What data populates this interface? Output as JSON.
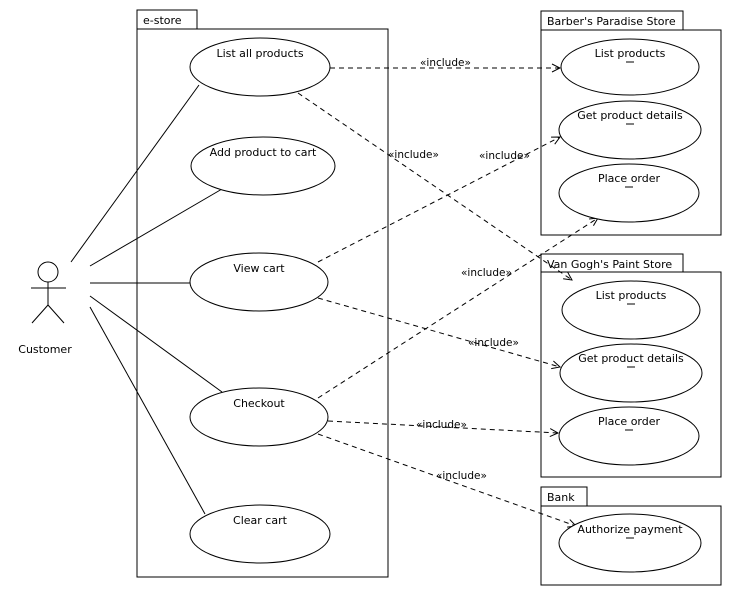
{
  "actor": {
    "name": "Customer"
  },
  "estore": {
    "title": "e-store",
    "use_cases": {
      "list_all": "List all products",
      "add_to_cart": "Add product to cart",
      "view_cart": "View cart",
      "checkout": "Checkout",
      "clear_cart": "Clear cart"
    }
  },
  "barber": {
    "title": "Barber's Paradise Store",
    "use_cases": {
      "list_products": "List products",
      "get_details": "Get product details",
      "place_order": "Place order"
    }
  },
  "vangogh": {
    "title": "Van Gogh's Paint Store",
    "use_cases": {
      "list_products": "List products",
      "get_details": "Get product details",
      "place_order": "Place order"
    }
  },
  "bank": {
    "title": "Bank",
    "use_cases": {
      "authorize": "Authorize payment"
    }
  },
  "relations": {
    "include_label": "«include»"
  }
}
